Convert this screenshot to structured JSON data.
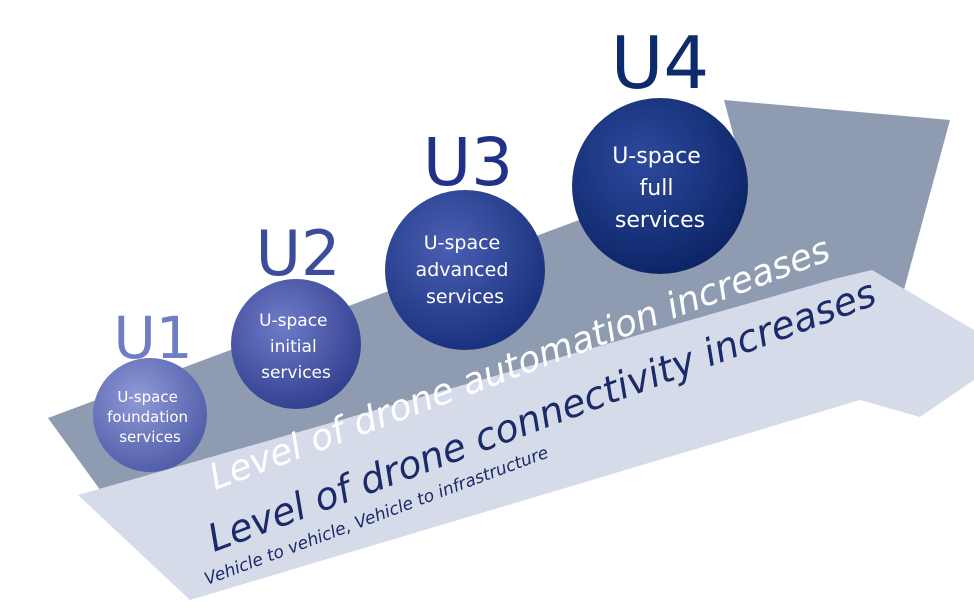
{
  "diagram": {
    "stages": [
      {
        "code": "U1",
        "lines": [
          "U-space",
          "foundation",
          "services"
        ]
      },
      {
        "code": "U2",
        "lines": [
          "U-space",
          "initial",
          "services"
        ]
      },
      {
        "code": "U3",
        "lines": [
          "U-space",
          "advanced",
          "services"
        ]
      },
      {
        "code": "U4",
        "lines": [
          "U-space",
          "full",
          "services"
        ]
      }
    ],
    "automation_arrow": {
      "label": "Level of drone automation increases"
    },
    "connectivity_arrow": {
      "label": "Level of drone connectivity increases",
      "sublabel": "Vehicle to vehicle, Vehicle to infrastructure"
    }
  },
  "colors": {
    "automation_arrow": "#8e9bb0",
    "connectivity_arrow": "#d6dbea",
    "stage_label": "#2e3f8f",
    "bubble_light": "#5a6ab8",
    "bubble_dark": "#0d2a6c",
    "connectivity_text": "#1b2a68"
  }
}
